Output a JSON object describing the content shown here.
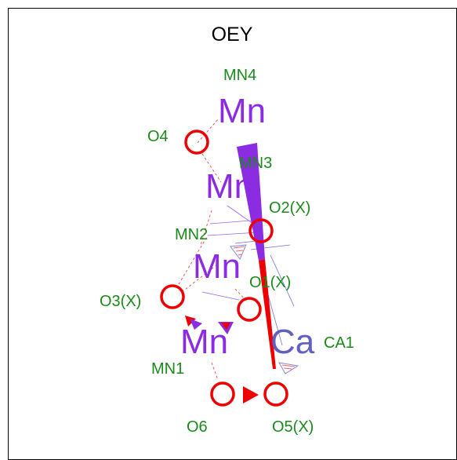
{
  "title": "OEY",
  "colors": {
    "manganese": "#8b2be2",
    "calcium": "#6060c0",
    "oxygen": "#ee0000",
    "label": "#1a8a1a",
    "wedge_purple": "#8b2be2",
    "wedge_red": "#ee0000"
  },
  "atoms": {
    "mn4": {
      "symbol": "Mn",
      "label": "MN4"
    },
    "mn3": {
      "symbol": "Mn",
      "label": "MN3"
    },
    "mn2": {
      "symbol": "Mn",
      "label": "MN2"
    },
    "mn1": {
      "symbol": "Mn",
      "label": "MN1"
    },
    "ca1": {
      "symbol": "Ca",
      "label": "CA1"
    },
    "o4": {
      "label": "O4"
    },
    "o2x": {
      "label": "O2(X)"
    },
    "o1x": {
      "label": "O1(X)"
    },
    "o3x": {
      "label": "O3(X)"
    },
    "o6": {
      "label": "O6"
    },
    "o5x": {
      "label": "O5(X)"
    }
  }
}
